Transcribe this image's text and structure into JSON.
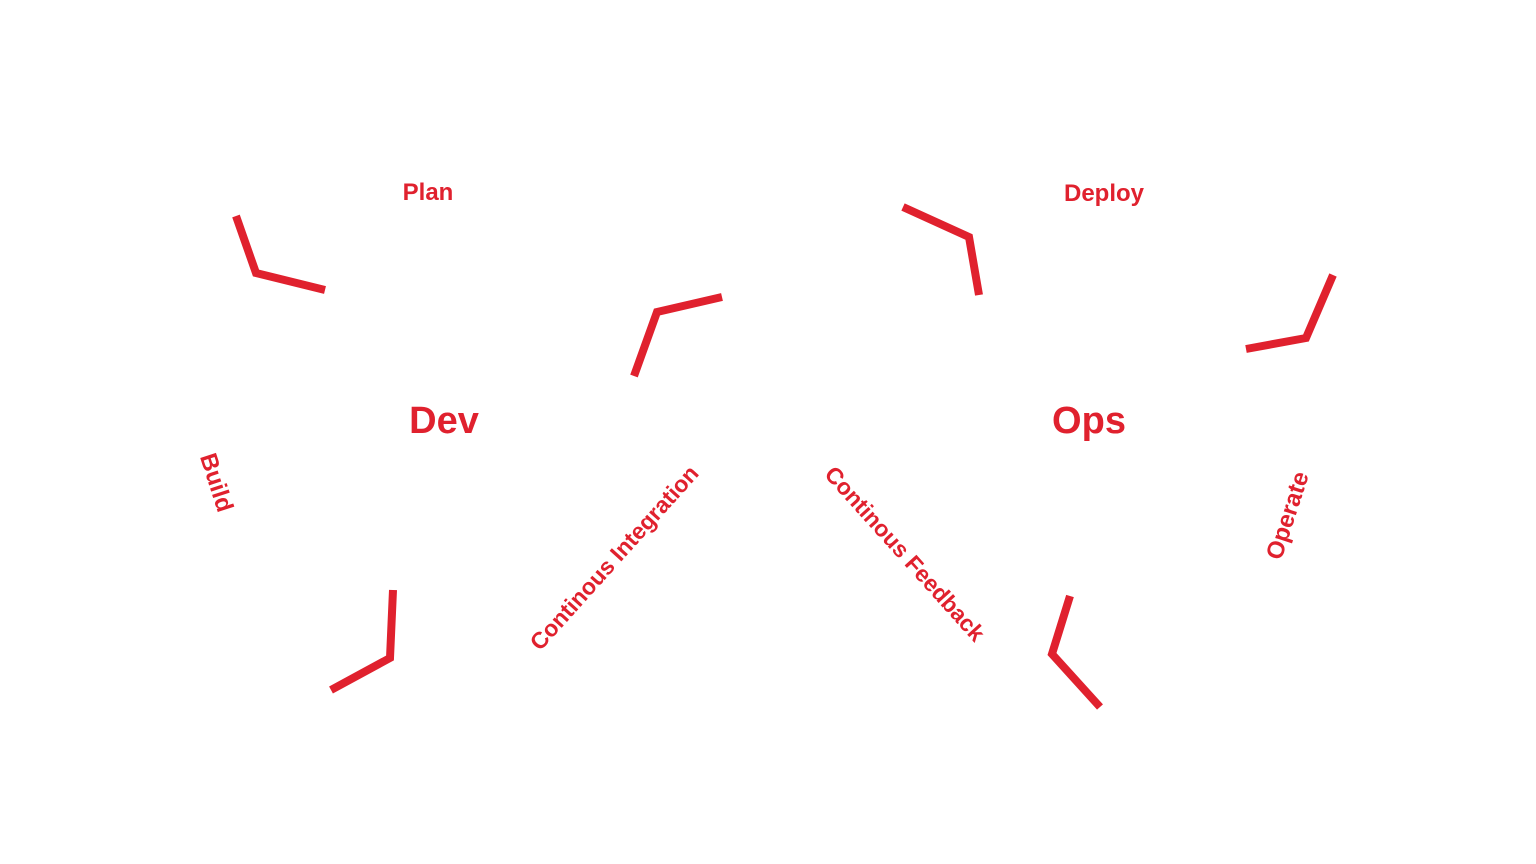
{
  "labels": {
    "plan": "Plan",
    "build": "Build",
    "dev": "Dev",
    "continuous_integration": "Continous Integration",
    "deploy": "Deploy",
    "operate": "Operate",
    "ops": "Ops",
    "continuous_feedback": "Continous Feedback"
  },
  "colors": {
    "accent": "#e0212e",
    "background": "#ffffff"
  }
}
